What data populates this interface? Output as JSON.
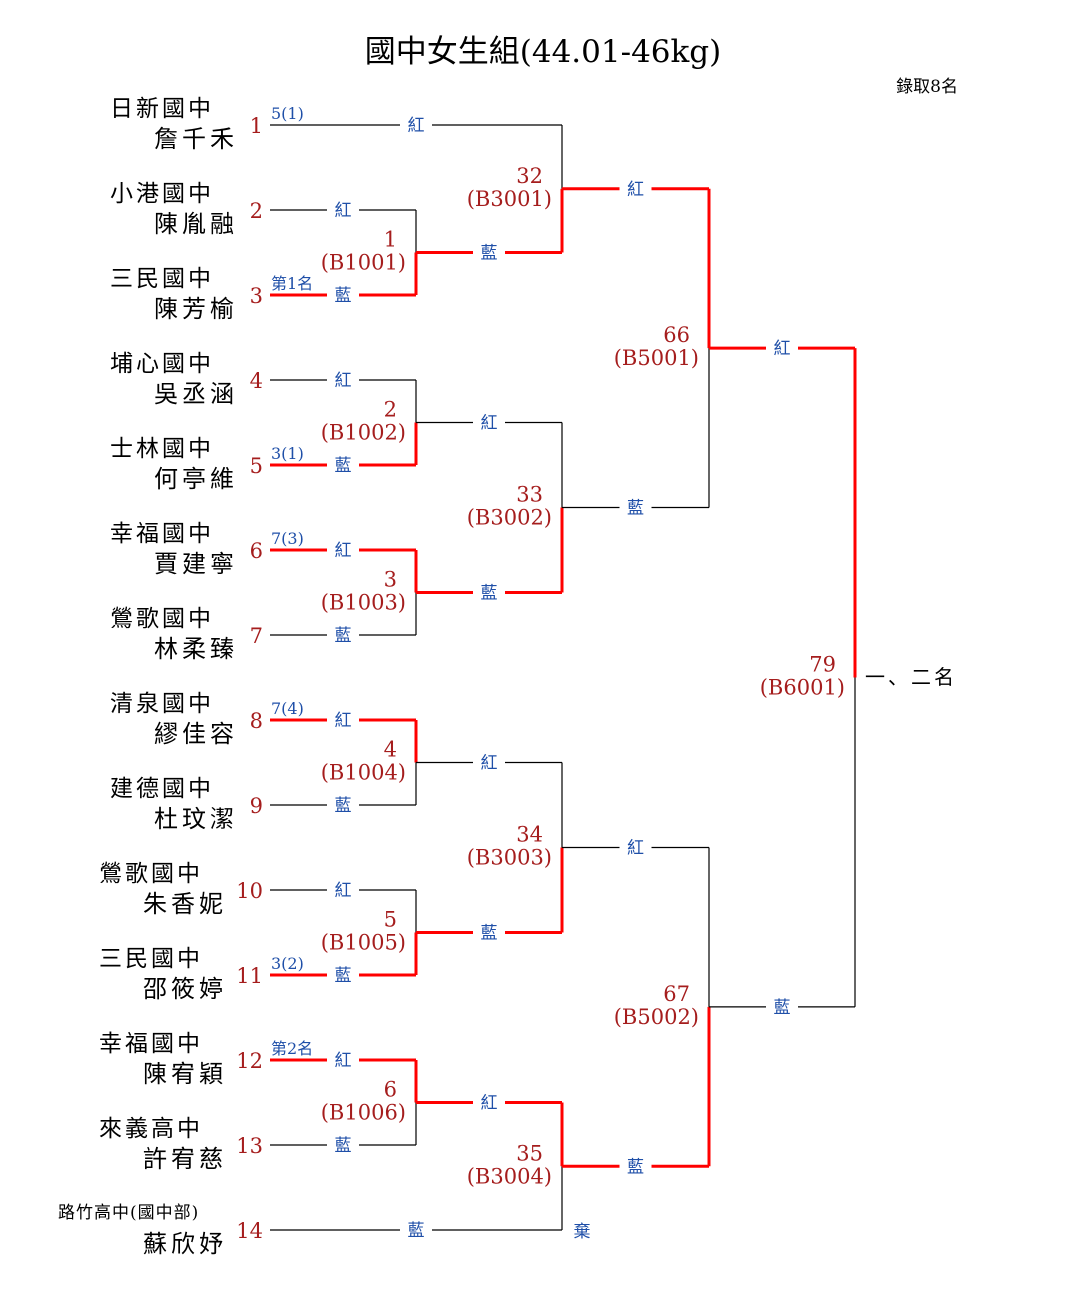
{
  "title": "國中女生組(44.01-46kg)",
  "quota": "錄取8名",
  "final_label": "一、二名",
  "forfeit_label": "棄",
  "colors": {
    "win": "#ff0000",
    "line": "#000000",
    "corner": "#1f4fa8",
    "number": "#a51d1d"
  },
  "corner_labels": {
    "top": "紅",
    "bottom": "藍"
  },
  "players": [
    {
      "id": "p1",
      "num": "1",
      "school": "日新國中",
      "name": "詹千禾",
      "note": "5(1)"
    },
    {
      "id": "p2",
      "num": "2",
      "school": "小港國中",
      "name": "陳胤融",
      "note": ""
    },
    {
      "id": "p3",
      "num": "3",
      "school": "三民國中",
      "name": "陳芳榆",
      "note": "第1名"
    },
    {
      "id": "p4",
      "num": "4",
      "school": "埔心國中",
      "name": "吳丞涵",
      "note": ""
    },
    {
      "id": "p5",
      "num": "5",
      "school": "士林國中",
      "name": "何亭維",
      "note": "3(1)"
    },
    {
      "id": "p6",
      "num": "6",
      "school": "幸福國中",
      "name": "賈建寧",
      "note": "7(3)"
    },
    {
      "id": "p7",
      "num": "7",
      "school": "鶯歌國中",
      "name": "林柔臻",
      "note": ""
    },
    {
      "id": "p8",
      "num": "8",
      "school": "清泉國中",
      "name": "繆佳容",
      "note": "7(4)"
    },
    {
      "id": "p9",
      "num": "9",
      "school": "建德國中",
      "name": "杜玟潔",
      "note": ""
    },
    {
      "id": "p10",
      "num": "10",
      "school": "鶯歌國中",
      "name": "朱香妮",
      "note": ""
    },
    {
      "id": "p11",
      "num": "11",
      "school": "三民國中",
      "name": "邵筱婷",
      "note": "3(2)"
    },
    {
      "id": "p12",
      "num": "12",
      "school": "幸福國中",
      "name": "陳宥穎",
      "note": "第2名"
    },
    {
      "id": "p13",
      "num": "13",
      "school": "來義高中",
      "name": "許宥慈",
      "note": ""
    },
    {
      "id": "p14",
      "num": "14",
      "school": "路竹高中(國中部)",
      "name": "蘇欣妤",
      "note": ""
    }
  ],
  "matches": [
    {
      "id": "m1",
      "number": "1",
      "code": "(B1001)",
      "round": 1,
      "sources": [
        "p2",
        "p3"
      ],
      "winner": "bottom"
    },
    {
      "id": "m2",
      "number": "2",
      "code": "(B1002)",
      "round": 1,
      "sources": [
        "p4",
        "p5"
      ],
      "winner": "bottom"
    },
    {
      "id": "m3",
      "number": "3",
      "code": "(B1003)",
      "round": 1,
      "sources": [
        "p6",
        "p7"
      ],
      "winner": "top"
    },
    {
      "id": "m4",
      "number": "4",
      "code": "(B1004)",
      "round": 1,
      "sources": [
        "p8",
        "p9"
      ],
      "winner": "top"
    },
    {
      "id": "m5",
      "number": "5",
      "code": "(B1005)",
      "round": 1,
      "sources": [
        "p10",
        "p11"
      ],
      "winner": "bottom"
    },
    {
      "id": "m6",
      "number": "6",
      "code": "(B1006)",
      "round": 1,
      "sources": [
        "p12",
        "p13"
      ],
      "winner": "top"
    },
    {
      "id": "m32",
      "number": "32",
      "code": "(B3001)",
      "round": 2,
      "sources": [
        "p1",
        "m1"
      ],
      "winner": "bottom"
    },
    {
      "id": "m33",
      "number": "33",
      "code": "(B3002)",
      "round": 2,
      "sources": [
        "m2",
        "m3"
      ],
      "winner": "bottom"
    },
    {
      "id": "m34",
      "number": "34",
      "code": "(B3003)",
      "round": 2,
      "sources": [
        "m4",
        "m5"
      ],
      "winner": "bottom"
    },
    {
      "id": "m35",
      "number": "35",
      "code": "(B3004)",
      "round": 2,
      "sources": [
        "m6",
        "p14"
      ],
      "winner": "top",
      "forfeit": "bottom"
    },
    {
      "id": "m66",
      "number": "66",
      "code": "(B5001)",
      "round": 3,
      "sources": [
        "m32",
        "m33"
      ],
      "winner": "top"
    },
    {
      "id": "m67",
      "number": "67",
      "code": "(B5002)",
      "round": 3,
      "sources": [
        "m34",
        "m35"
      ],
      "winner": "bottom"
    },
    {
      "id": "m79",
      "number": "79",
      "code": "(B6001)",
      "round": 4,
      "sources": [
        "m66",
        "m67"
      ],
      "winner": "top",
      "final": true
    }
  ]
}
